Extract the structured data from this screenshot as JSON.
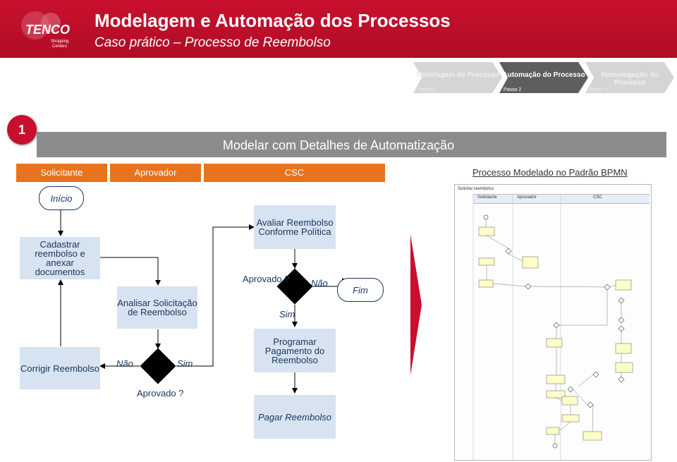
{
  "header": {
    "title": "Modelagem e Automação dos Processos",
    "subtitle": "Caso prático – Processo de Reembolso",
    "logo_text": "TENCO",
    "logo_sub": "Shopping Centers"
  },
  "steps": [
    {
      "title": "Modelagem do Processo",
      "num": "Passo 1"
    },
    {
      "title": "Automação do Processo",
      "num": "Passo 2"
    },
    {
      "title": "Homologação do Processo",
      "num": "Passo 3"
    }
  ],
  "section": {
    "badge": "1",
    "title": "Modelar com Detalhes de Automatização"
  },
  "lanes": [
    "Solicitante",
    "Aprovador",
    "CSC"
  ],
  "bpmn_label": "Processo Modelado no Padrão BPMN",
  "flow": {
    "start": "Início",
    "cadastrar": "Cadastrar reembolso e anexar documentos",
    "analisar": "Analisar Solicitação de Reembolso",
    "corrigir": "Corrigir Reembolso",
    "nao1": "Não",
    "sim1": "Sim",
    "aprovado1": "Aprovado ?",
    "avaliar": "Avaliar Reembolso Conforme Política",
    "aprovado2": "Aprovado ?",
    "nao2": "Não",
    "sim2": "Sim",
    "fim": "Fim",
    "programar": "Programar Pagamento do Reembolso",
    "pagar": "Pagar Reembolso"
  },
  "bpmn_thumb": {
    "pool": "Solicitar reembolso",
    "lanes": [
      "Solicitante",
      "Aprovador",
      "CSC"
    ]
  },
  "colors": {
    "header": "#c8102e",
    "lane": "#e8731c",
    "box": "#d7e3f1",
    "section_bar": "#8c8c8c",
    "text_blue": "#17365d"
  }
}
